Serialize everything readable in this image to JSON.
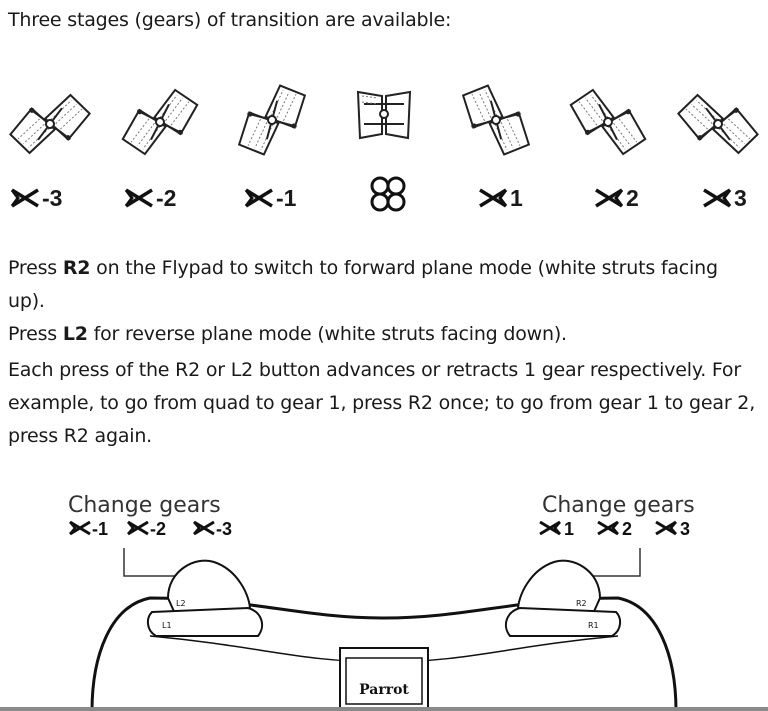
{
  "intro": "Three stages (gears) of transition are available:",
  "gears": [
    {
      "label": "-3",
      "dir": "rev"
    },
    {
      "label": "-2",
      "dir": "rev"
    },
    {
      "label": "-1",
      "dir": "rev"
    },
    {
      "label": "",
      "dir": "quad"
    },
    {
      "label": "1",
      "dir": "fwd"
    },
    {
      "label": "2",
      "dir": "fwd"
    },
    {
      "label": "3",
      "dir": "fwd"
    }
  ],
  "para1": {
    "line1_pre": "Press ",
    "line1_key": "R2",
    "line1_post": " on the Flypad to switch to forward plane mode (white struts facing up).",
    "line2_pre": "Press ",
    "line2_key": "L2",
    "line2_post": " for reverse plane mode (white struts facing down)."
  },
  "para2": "Each press of the R2 or L2 button advances or retracts 1 gear respectively.  For example, to go from quad to gear 1, press R2 once; to go from gear 1 to gear 2, press R2 again.",
  "controller": {
    "left_title": "Change gears",
    "left_gears": [
      "-1",
      "-2",
      "-3"
    ],
    "right_title": "Change gears",
    "right_gears": [
      "1",
      "2",
      "3"
    ],
    "l2": "L2",
    "l1": "L1",
    "r2": "R2",
    "r1": "R1",
    "brand": "Parrot"
  }
}
